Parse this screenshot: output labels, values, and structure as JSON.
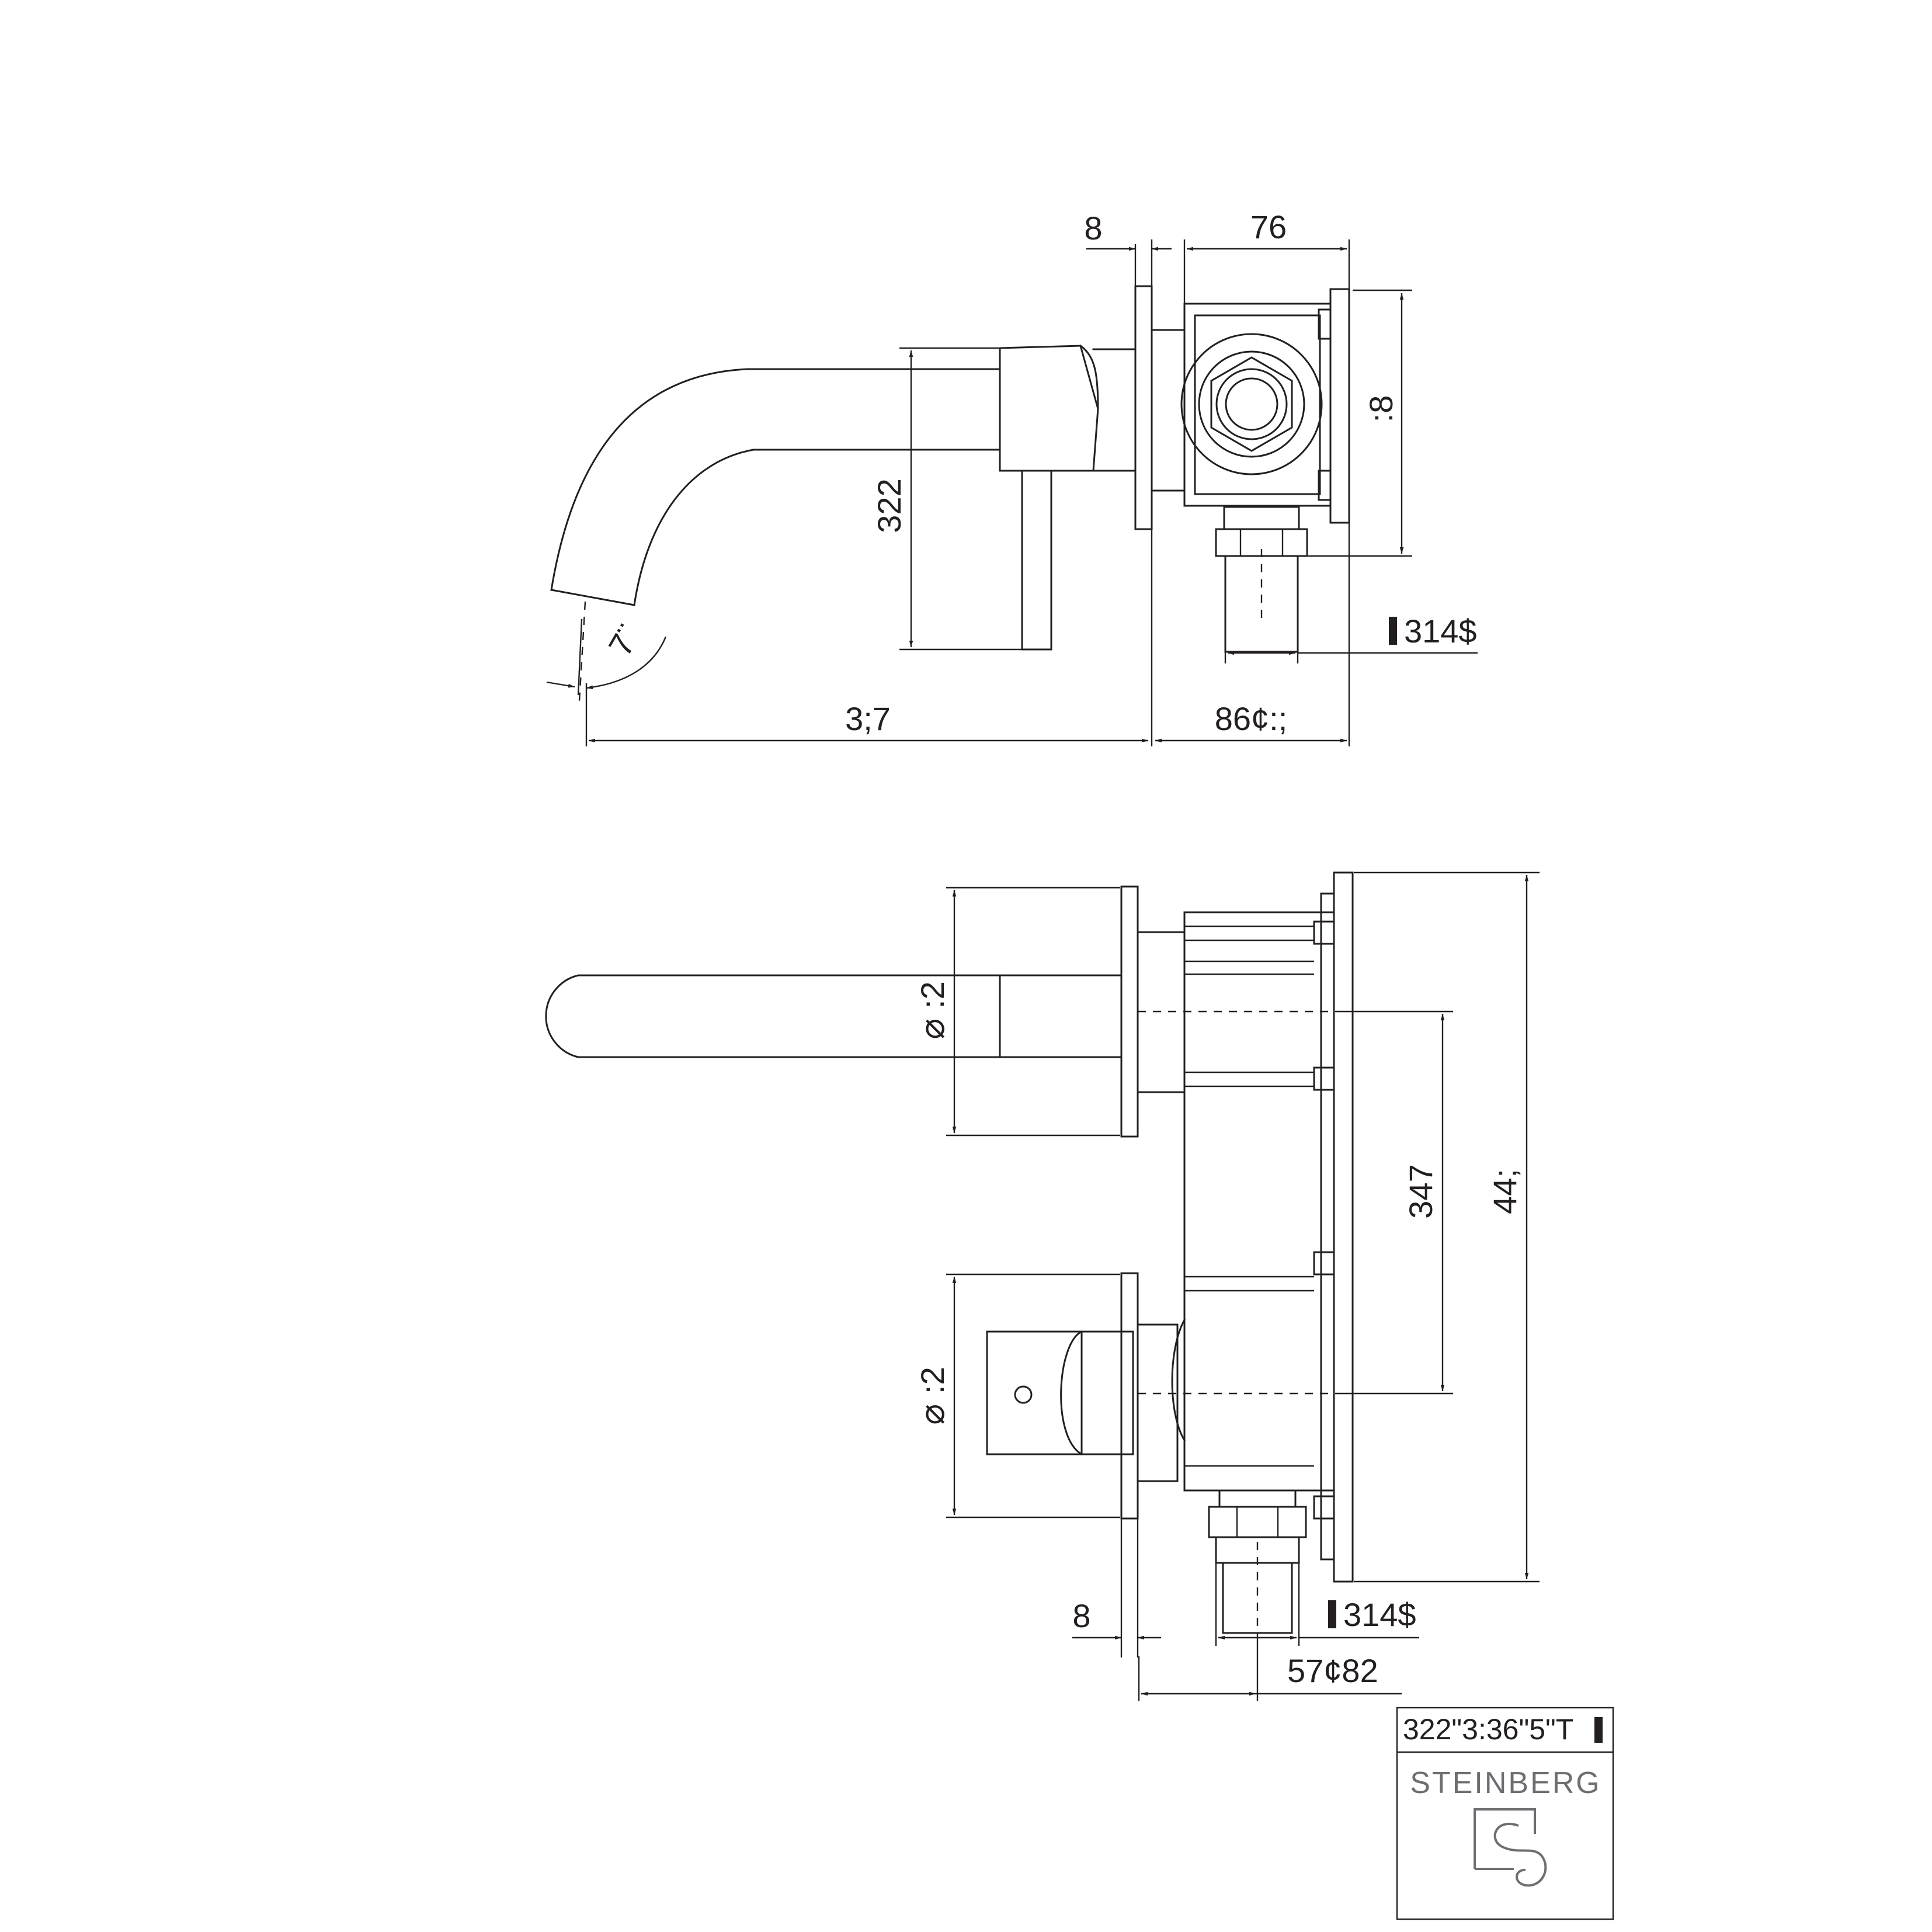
{
  "side_view": {
    "dimensions": {
      "plate_thickness": "8",
      "box_depth": "76",
      "box_height": ":8",
      "spout_height": "322",
      "spout_angle": "7¨",
      "thread": "314$",
      "spout_projection": "3;7",
      "depth_range": "86¢:;"
    }
  },
  "front_view": {
    "dimensions": {
      "spout_plate_diameter": ":2",
      "lever_plate_diameter": ":2",
      "center_distance": "347",
      "overall_height": "44;",
      "plate_thickness": "8",
      "thread": "314$",
      "depth_range": "57¢82"
    }
  },
  "title_block": {
    "code": "322\"3:36\"5\"T",
    "brand": "STEINBERG",
    "logo_icon": "steinberg-logo-icon"
  }
}
